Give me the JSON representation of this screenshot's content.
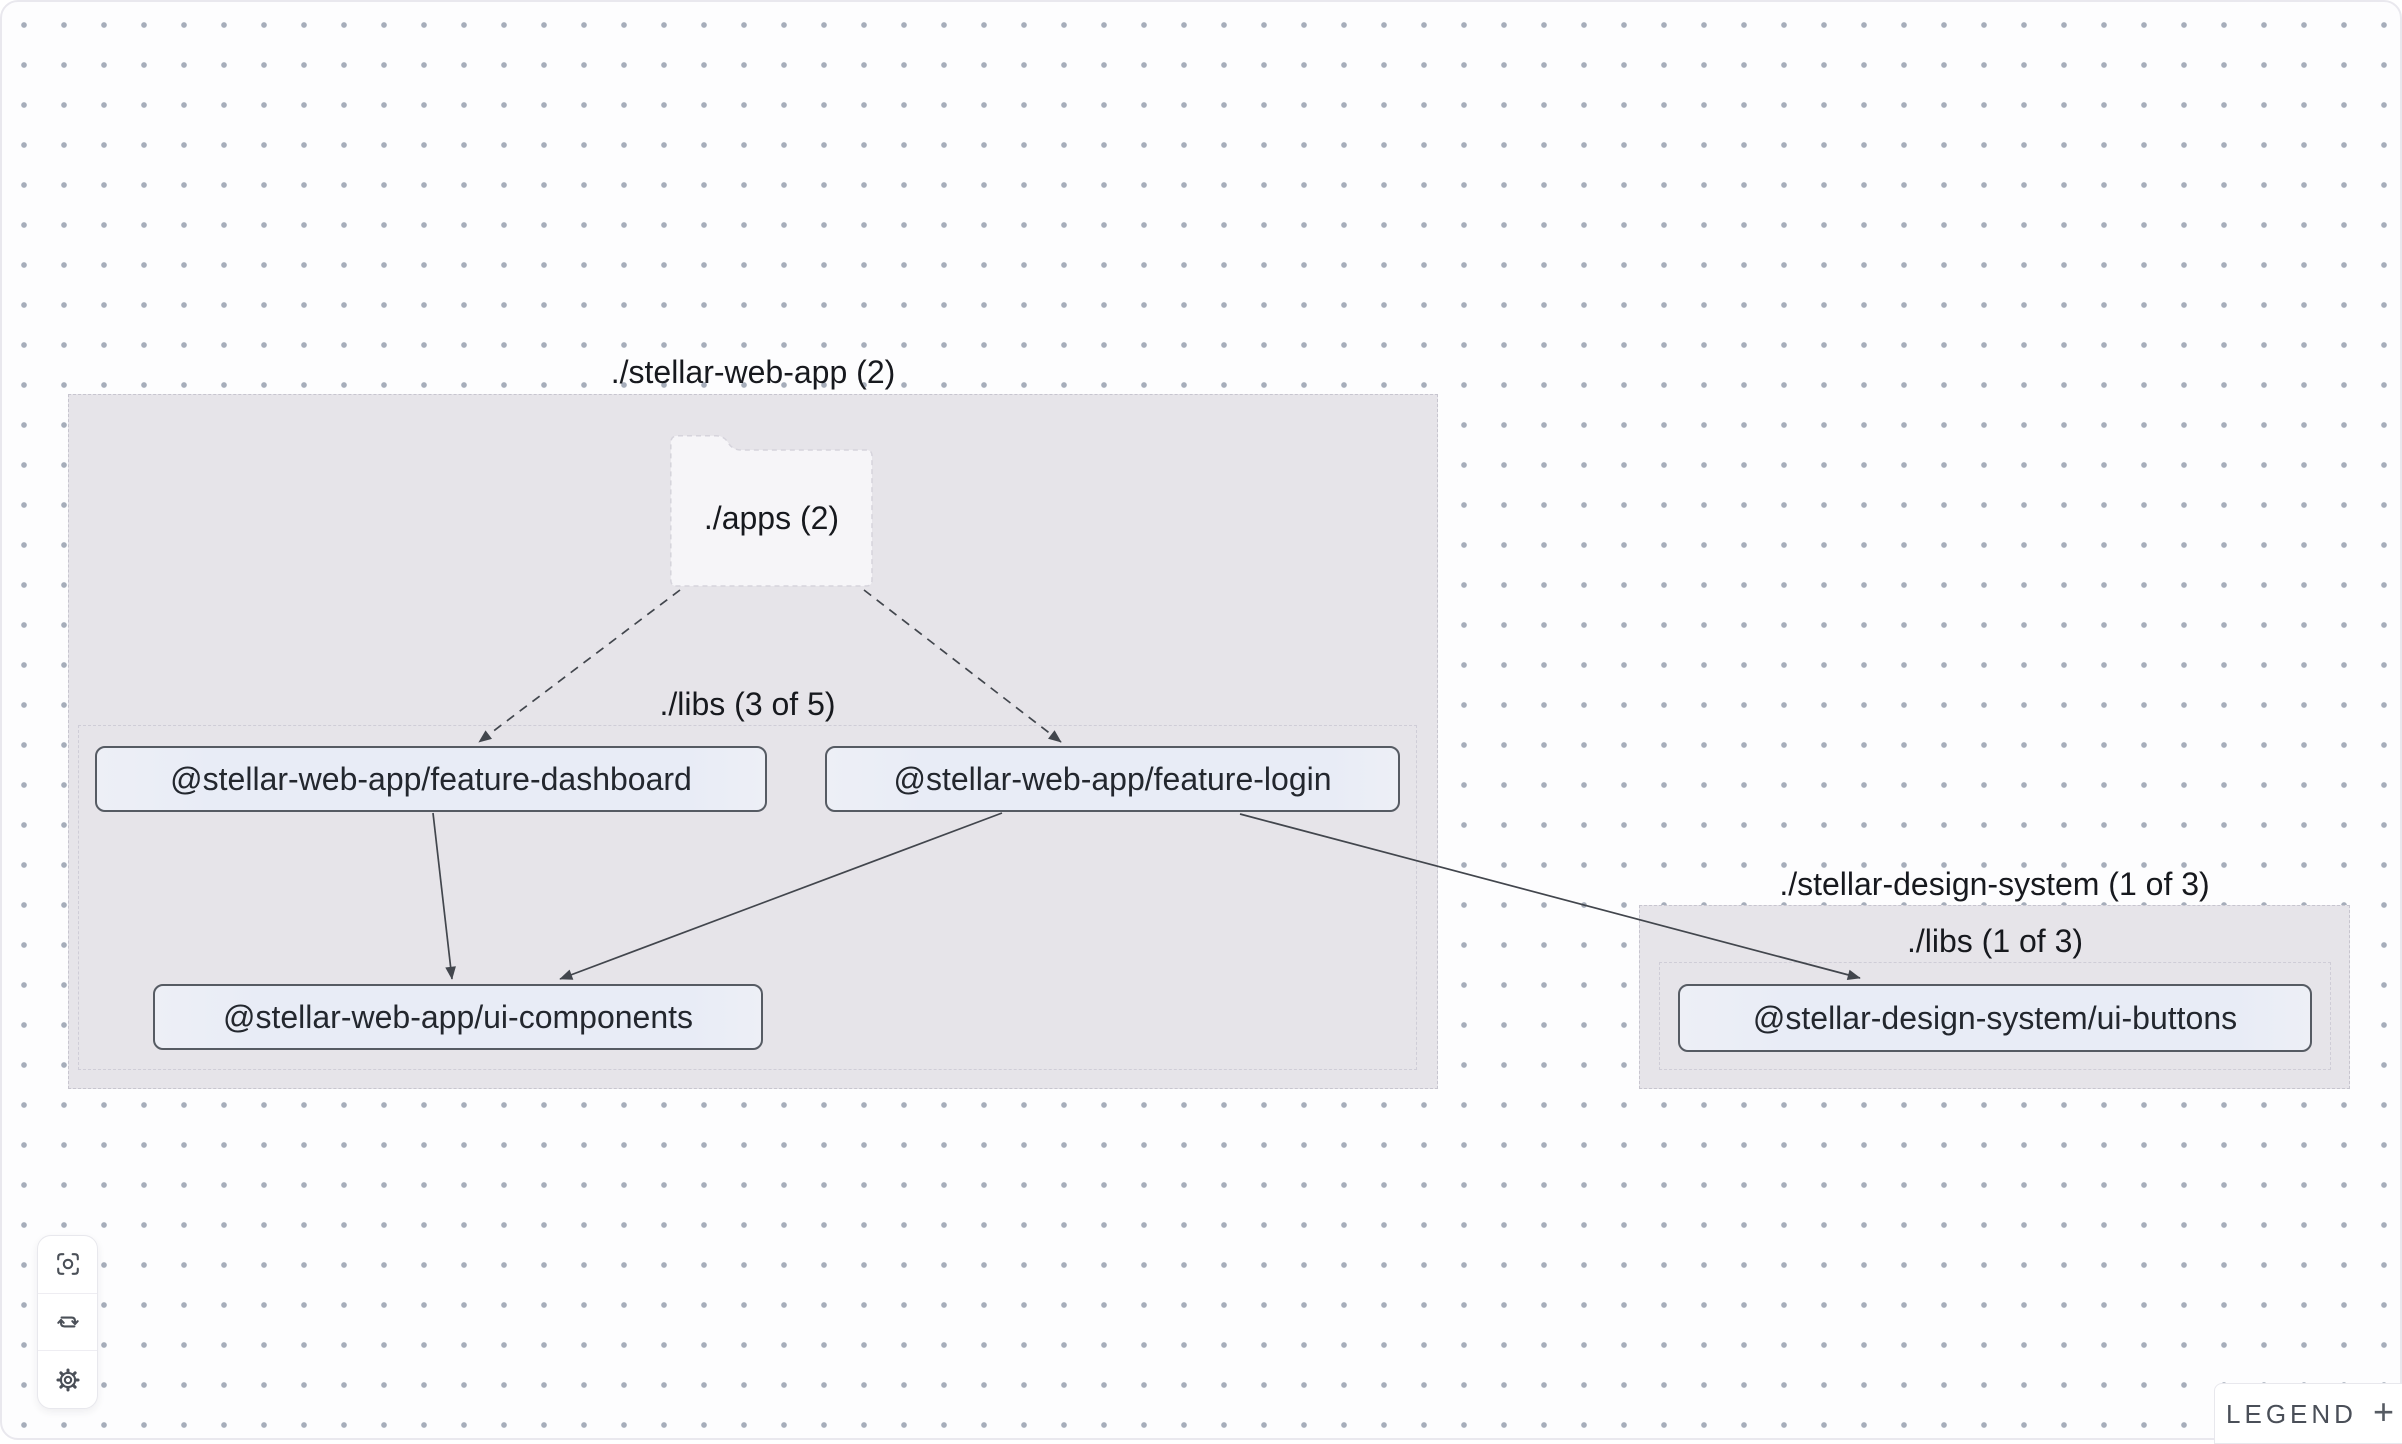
{
  "colors": {
    "canvas_bg": "#fdfdfe",
    "canvas_border": "#e9e8ee",
    "dot": "#a6adba",
    "group_fill": "#e6e4e9",
    "group_border": "#c7c5cf",
    "subgroup_border": "#cfcdd7",
    "node_fill": "#e8ecf6",
    "node_border": "#565b63",
    "node_text": "#23272e",
    "label_text": "#17191e",
    "edge": "#42464d",
    "folder_fill": "#f6f5f8",
    "folder_border": "#d6d4dc",
    "panel_bg": "#ffffff",
    "panel_border": "#e8e8ed",
    "icon": "#4b5058"
  },
  "graph": {
    "groups": [
      {
        "id": "stellar-web-app",
        "label": "./stellar-web-app (2)"
      },
      {
        "id": "stellar-web-app-libs",
        "label": "./libs (3 of 5)"
      },
      {
        "id": "stellar-design-system",
        "label": "./stellar-design-system (1 of 3)"
      },
      {
        "id": "stellar-design-system-libs",
        "label": "./libs (1 of 3)"
      }
    ],
    "folder": {
      "id": "apps",
      "label": "./apps (2)"
    },
    "nodes": [
      {
        "id": "feature-dashboard",
        "label": "@stellar-web-app/feature-dashboard"
      },
      {
        "id": "feature-login",
        "label": "@stellar-web-app/feature-login"
      },
      {
        "id": "ui-components",
        "label": "@stellar-web-app/ui-components"
      },
      {
        "id": "ui-buttons",
        "label": "@stellar-design-system/ui-buttons"
      }
    ],
    "edges": [
      {
        "from": "./apps",
        "to": "@stellar-web-app/feature-dashboard",
        "style": "dashed"
      },
      {
        "from": "./apps",
        "to": "@stellar-web-app/feature-login",
        "style": "dashed"
      },
      {
        "from": "@stellar-web-app/feature-dashboard",
        "to": "@stellar-web-app/ui-components",
        "style": "solid"
      },
      {
        "from": "@stellar-web-app/feature-login",
        "to": "@stellar-web-app/ui-components",
        "style": "solid"
      },
      {
        "from": "@stellar-web-app/feature-login",
        "to": "@stellar-design-system/ui-buttons",
        "style": "solid"
      }
    ]
  },
  "toolbar": {
    "buttons": [
      {
        "name": "center-graph",
        "icon": "focus-icon"
      },
      {
        "name": "refresh-graph",
        "icon": "refresh-icon"
      },
      {
        "name": "settings",
        "icon": "gear-icon"
      }
    ]
  },
  "legend": {
    "label": "LEGEND",
    "toggle_icon": "+"
  }
}
